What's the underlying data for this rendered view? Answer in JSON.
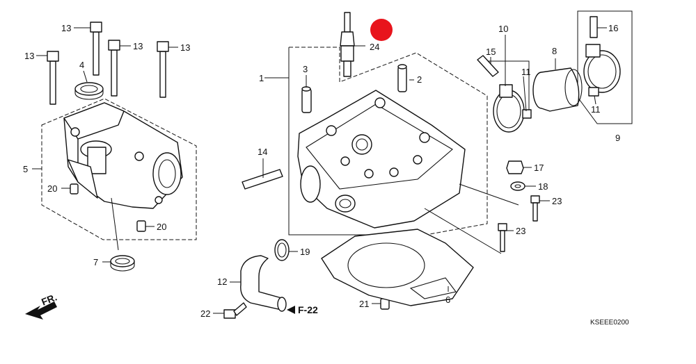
{
  "labels": {
    "p1": "1",
    "p2": "2",
    "p3": "3",
    "p4": "4",
    "p5": "5",
    "p6": "6",
    "p7": "7",
    "p8": "8",
    "p9": "9",
    "p10": "10",
    "p11a": "11",
    "p11b": "11",
    "p12": "12",
    "p13a": "13",
    "p13b": "13",
    "p13c": "13",
    "p13d": "13",
    "p14": "14",
    "p15": "15",
    "p16": "16",
    "p17": "17",
    "p18": "18",
    "p19": "19",
    "p20a": "20",
    "p20b": "20",
    "p21": "21",
    "p22": "22",
    "p23a": "23",
    "p23b": "23",
    "p24": "24"
  },
  "ref_f22": "F-22",
  "fr_label": "FR.",
  "diagram_code": "KSEEE0200",
  "highlight_color": "#e8141c"
}
